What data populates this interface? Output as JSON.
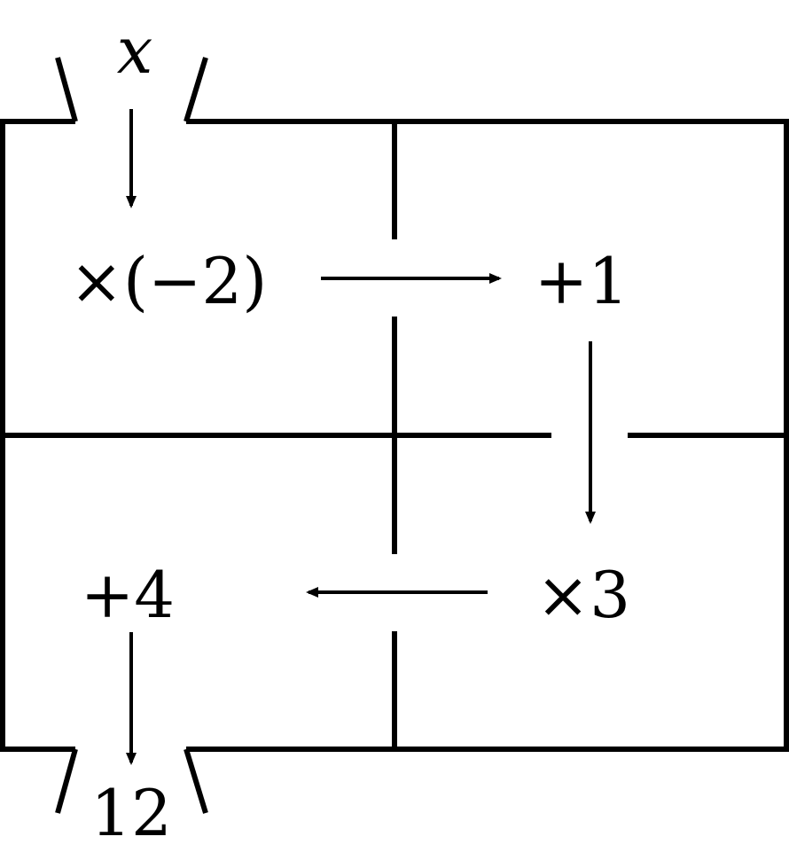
{
  "input_label": "x",
  "output_value": "12",
  "cells": {
    "top_left": {
      "operation": "×(−2)"
    },
    "top_right": {
      "operation": "+1"
    },
    "bottom_right": {
      "operation": "×3"
    },
    "bottom_left": {
      "operation": "+4"
    }
  }
}
